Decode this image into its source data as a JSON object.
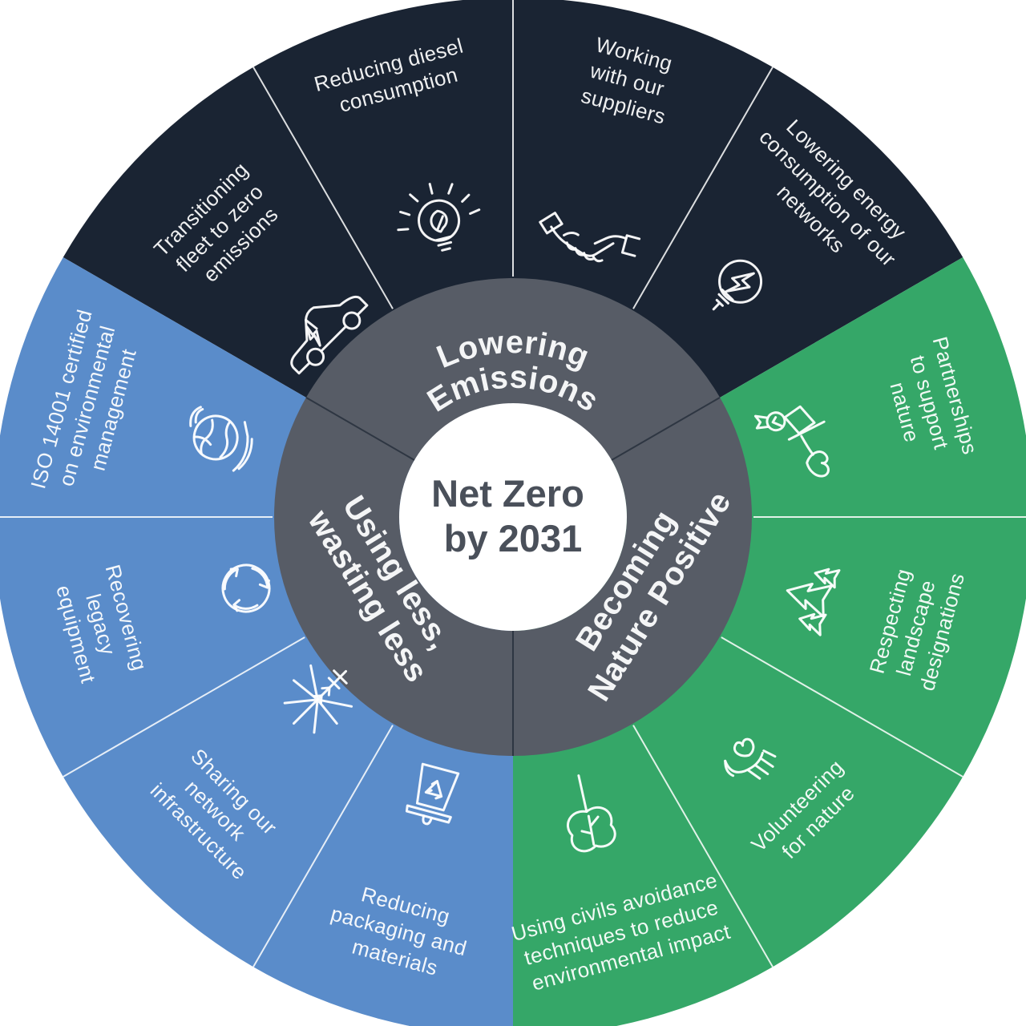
{
  "center": {
    "line1": "Net Zero",
    "line2": "by 2031"
  },
  "colors": {
    "lowering_emissions": "#1a2433",
    "becoming_nature_positive": "#35a768",
    "using_less_wasting_less": "#5a8cca",
    "inner_ring": "#575c66",
    "center_circle": "#ffffff",
    "center_text": "#4a505a",
    "label_text": "#ffffff"
  },
  "sections": [
    {
      "id": "lowering-emissions",
      "color": "#1a2433",
      "title_lines": [
        "Lowering",
        "Emissions"
      ],
      "items": [
        {
          "icon": "electric-car-icon",
          "label_lines": [
            "Transitioning",
            "fleet to zero",
            "emissions"
          ]
        },
        {
          "icon": "eco-bulb-icon",
          "label_lines": [
            "Reducing diesel",
            "consumption"
          ]
        },
        {
          "icon": "handshake-icon",
          "label_lines": [
            "Working",
            "with our",
            "suppliers"
          ]
        },
        {
          "icon": "energy-bulb-icon",
          "label_lines": [
            "Lowering energy",
            "consumption of our",
            "networks"
          ]
        }
      ]
    },
    {
      "id": "becoming-nature-positive",
      "color": "#35a768",
      "title_lines": [
        "Becoming",
        "Nature Positive"
      ],
      "items": [
        {
          "icon": "nature-partnership-icon",
          "label_lines": [
            "Partnerships",
            "to support",
            "nature"
          ]
        },
        {
          "icon": "trees-icon",
          "label_lines": [
            "Respecting",
            "landscape",
            "designations"
          ]
        },
        {
          "icon": "hand-heart-icon",
          "label_lines": [
            "Volunteering",
            "for nature"
          ]
        },
        {
          "icon": "leaf-icon",
          "label_lines": [
            "Using civils avoidance",
            "techniques to reduce",
            "environmental impact"
          ]
        }
      ]
    },
    {
      "id": "using-less-wasting-less",
      "color": "#5a8cca",
      "title_lines": [
        "Using less,",
        "wasting less"
      ],
      "items": [
        {
          "icon": "globe-hands-icon",
          "label_lines": [
            "ISO 14001 certified",
            "on environmental",
            "management"
          ]
        },
        {
          "icon": "recycle-globe-icon",
          "label_lines": [
            "Recovering",
            "legacy",
            "equipment"
          ]
        },
        {
          "icon": "network-mast-icon",
          "label_lines": [
            "Sharing our",
            "network",
            "infrastructure"
          ]
        },
        {
          "icon": "recycle-bin-icon",
          "label_lines": [
            "Reducing",
            "packaging and",
            "materials"
          ]
        }
      ]
    }
  ]
}
